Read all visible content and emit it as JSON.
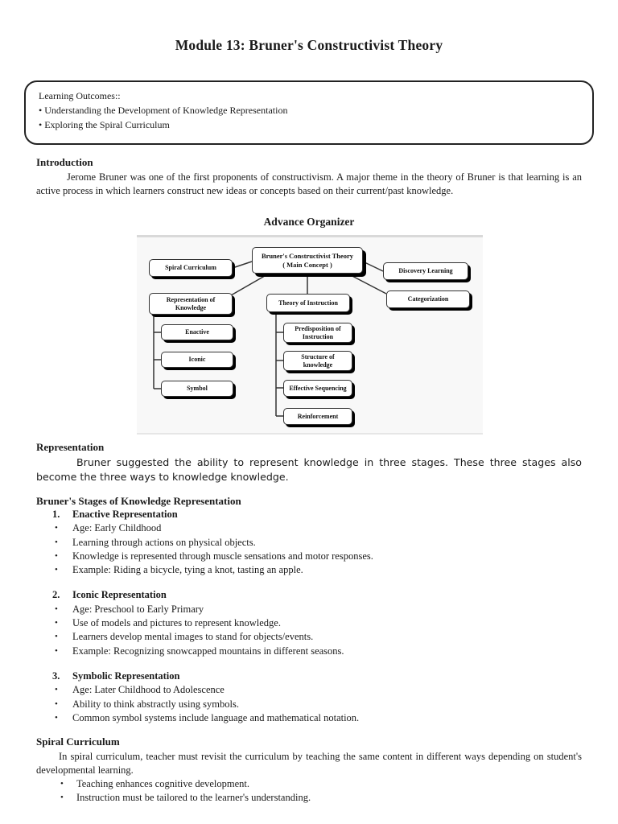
{
  "title": "Module 13: Bruner's Constructivist Theory",
  "learning_outcomes": {
    "label": "Learning Outcomes::",
    "items": [
      "• Understanding the Development of Knowledge Representation",
      "• Exploring the Spiral Curriculum"
    ]
  },
  "introduction": {
    "heading": "Introduction",
    "body": "Jerome Bruner was one of the first proponents of constructivism. A major theme in the theory of Bruner is that learning is an active process in which learners construct new ideas or concepts based on their current/past knowledge."
  },
  "advance_organizer": {
    "heading": "Advance Organizer",
    "diagram": {
      "main_line1": "Bruner's Constructivist Theory",
      "main_line2": "( Main Concept )",
      "spiral_curriculum": "Spiral Curriculum",
      "discovery_learning": "Discovery Learning",
      "representation_of_knowledge": "Representation of Knowledge",
      "theory_of_instruction": "Theory of Instruction",
      "categorization": "Categorization",
      "enactive": "Enactive",
      "iconic": "Iconic",
      "symbol": "Symbol",
      "predisposition_of_instruction": "Predisposition of Instruction",
      "structure_of_knowledge": "Structure of knowledge",
      "effective_sequencing": "Effective Sequencing",
      "reinforcement": "Reinforcement"
    }
  },
  "representation": {
    "heading": "Representation",
    "body": "Bruner suggested the ability to represent knowledge in three stages. These three stages also become the three ways to knowledge knowledge."
  },
  "stages": {
    "heading": "Bruner's Stages of Knowledge Representation",
    "groups": [
      {
        "num": "1.",
        "title": "Enactive Representation",
        "bullets": [
          "Age: Early Childhood",
          "Learning through actions on physical objects.",
          "Knowledge is represented through muscle sensations and motor responses.",
          "Example: Riding a bicycle, tying a knot, tasting an apple."
        ]
      },
      {
        "num": "2.",
        "title": "Iconic Representation",
        "bullets": [
          "Age: Preschool to Early Primary",
          "Use of models and pictures to represent knowledge.",
          "Learners develop mental images to stand for objects/events.",
          "Example: Recognizing snowcapped mountains in different seasons."
        ]
      },
      {
        "num": "3.",
        "title": "Symbolic Representation",
        "bullets": [
          "Age: Later Childhood to Adolescence",
          "Ability to think abstractly using symbols.",
          "Common symbol systems include language and mathematical notation."
        ]
      }
    ]
  },
  "spiral": {
    "heading": "Spiral Curriculum",
    "body": "In spiral curriculum, teacher must revisit the curriculum by teaching the same content in different ways depending on student's developmental learning.",
    "bullets": [
      "Teaching enhances cognitive development.",
      "Instruction must be tailored to the learner's understanding."
    ]
  },
  "glyphs": {
    "bullet": "•"
  },
  "colors": {
    "text": "#1a1a1a",
    "outcomes_border": "#222222",
    "node_border": "#333333",
    "node_shadow": "#000000",
    "diagram_panel_bg": "#f8f8f8"
  }
}
